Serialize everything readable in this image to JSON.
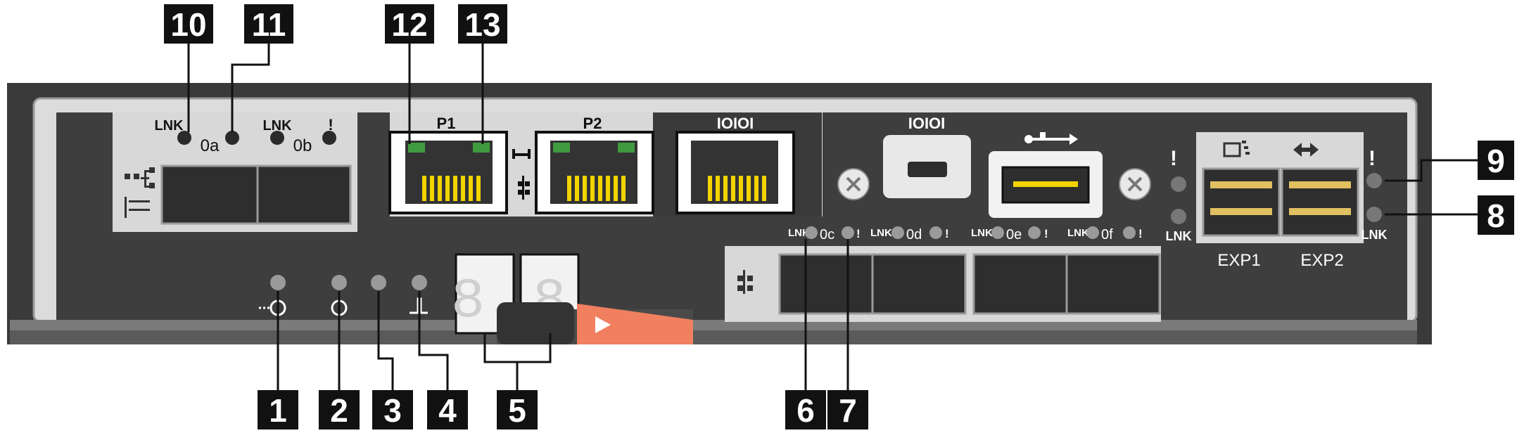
{
  "callouts": [
    "1",
    "2",
    "3",
    "4",
    "5",
    "6",
    "7",
    "8",
    "9",
    "10",
    "11",
    "12",
    "13"
  ],
  "port_labels": {
    "lnk": "LNK",
    "port_0a": "0a",
    "port_0b": "0b",
    "alert": "!",
    "p1": "P1",
    "p2": "P2",
    "serial": "IOIOI",
    "port_0c": "0c",
    "port_0d": "0d",
    "port_0e": "0e",
    "port_0f": "0f",
    "exp1": "EXP1",
    "exp2": "EXP2"
  },
  "seven_segment": {
    "digit_1": "8.",
    "digit_2": "8"
  },
  "colors": {
    "chassis": "#3a3a3a",
    "panel": "#404040",
    "faceplate": "#d6d6d6",
    "callout_bg": "#111111",
    "handle": "#f08060",
    "link_led": "#3f9b3f",
    "rj45_pins": "#f2d400"
  }
}
